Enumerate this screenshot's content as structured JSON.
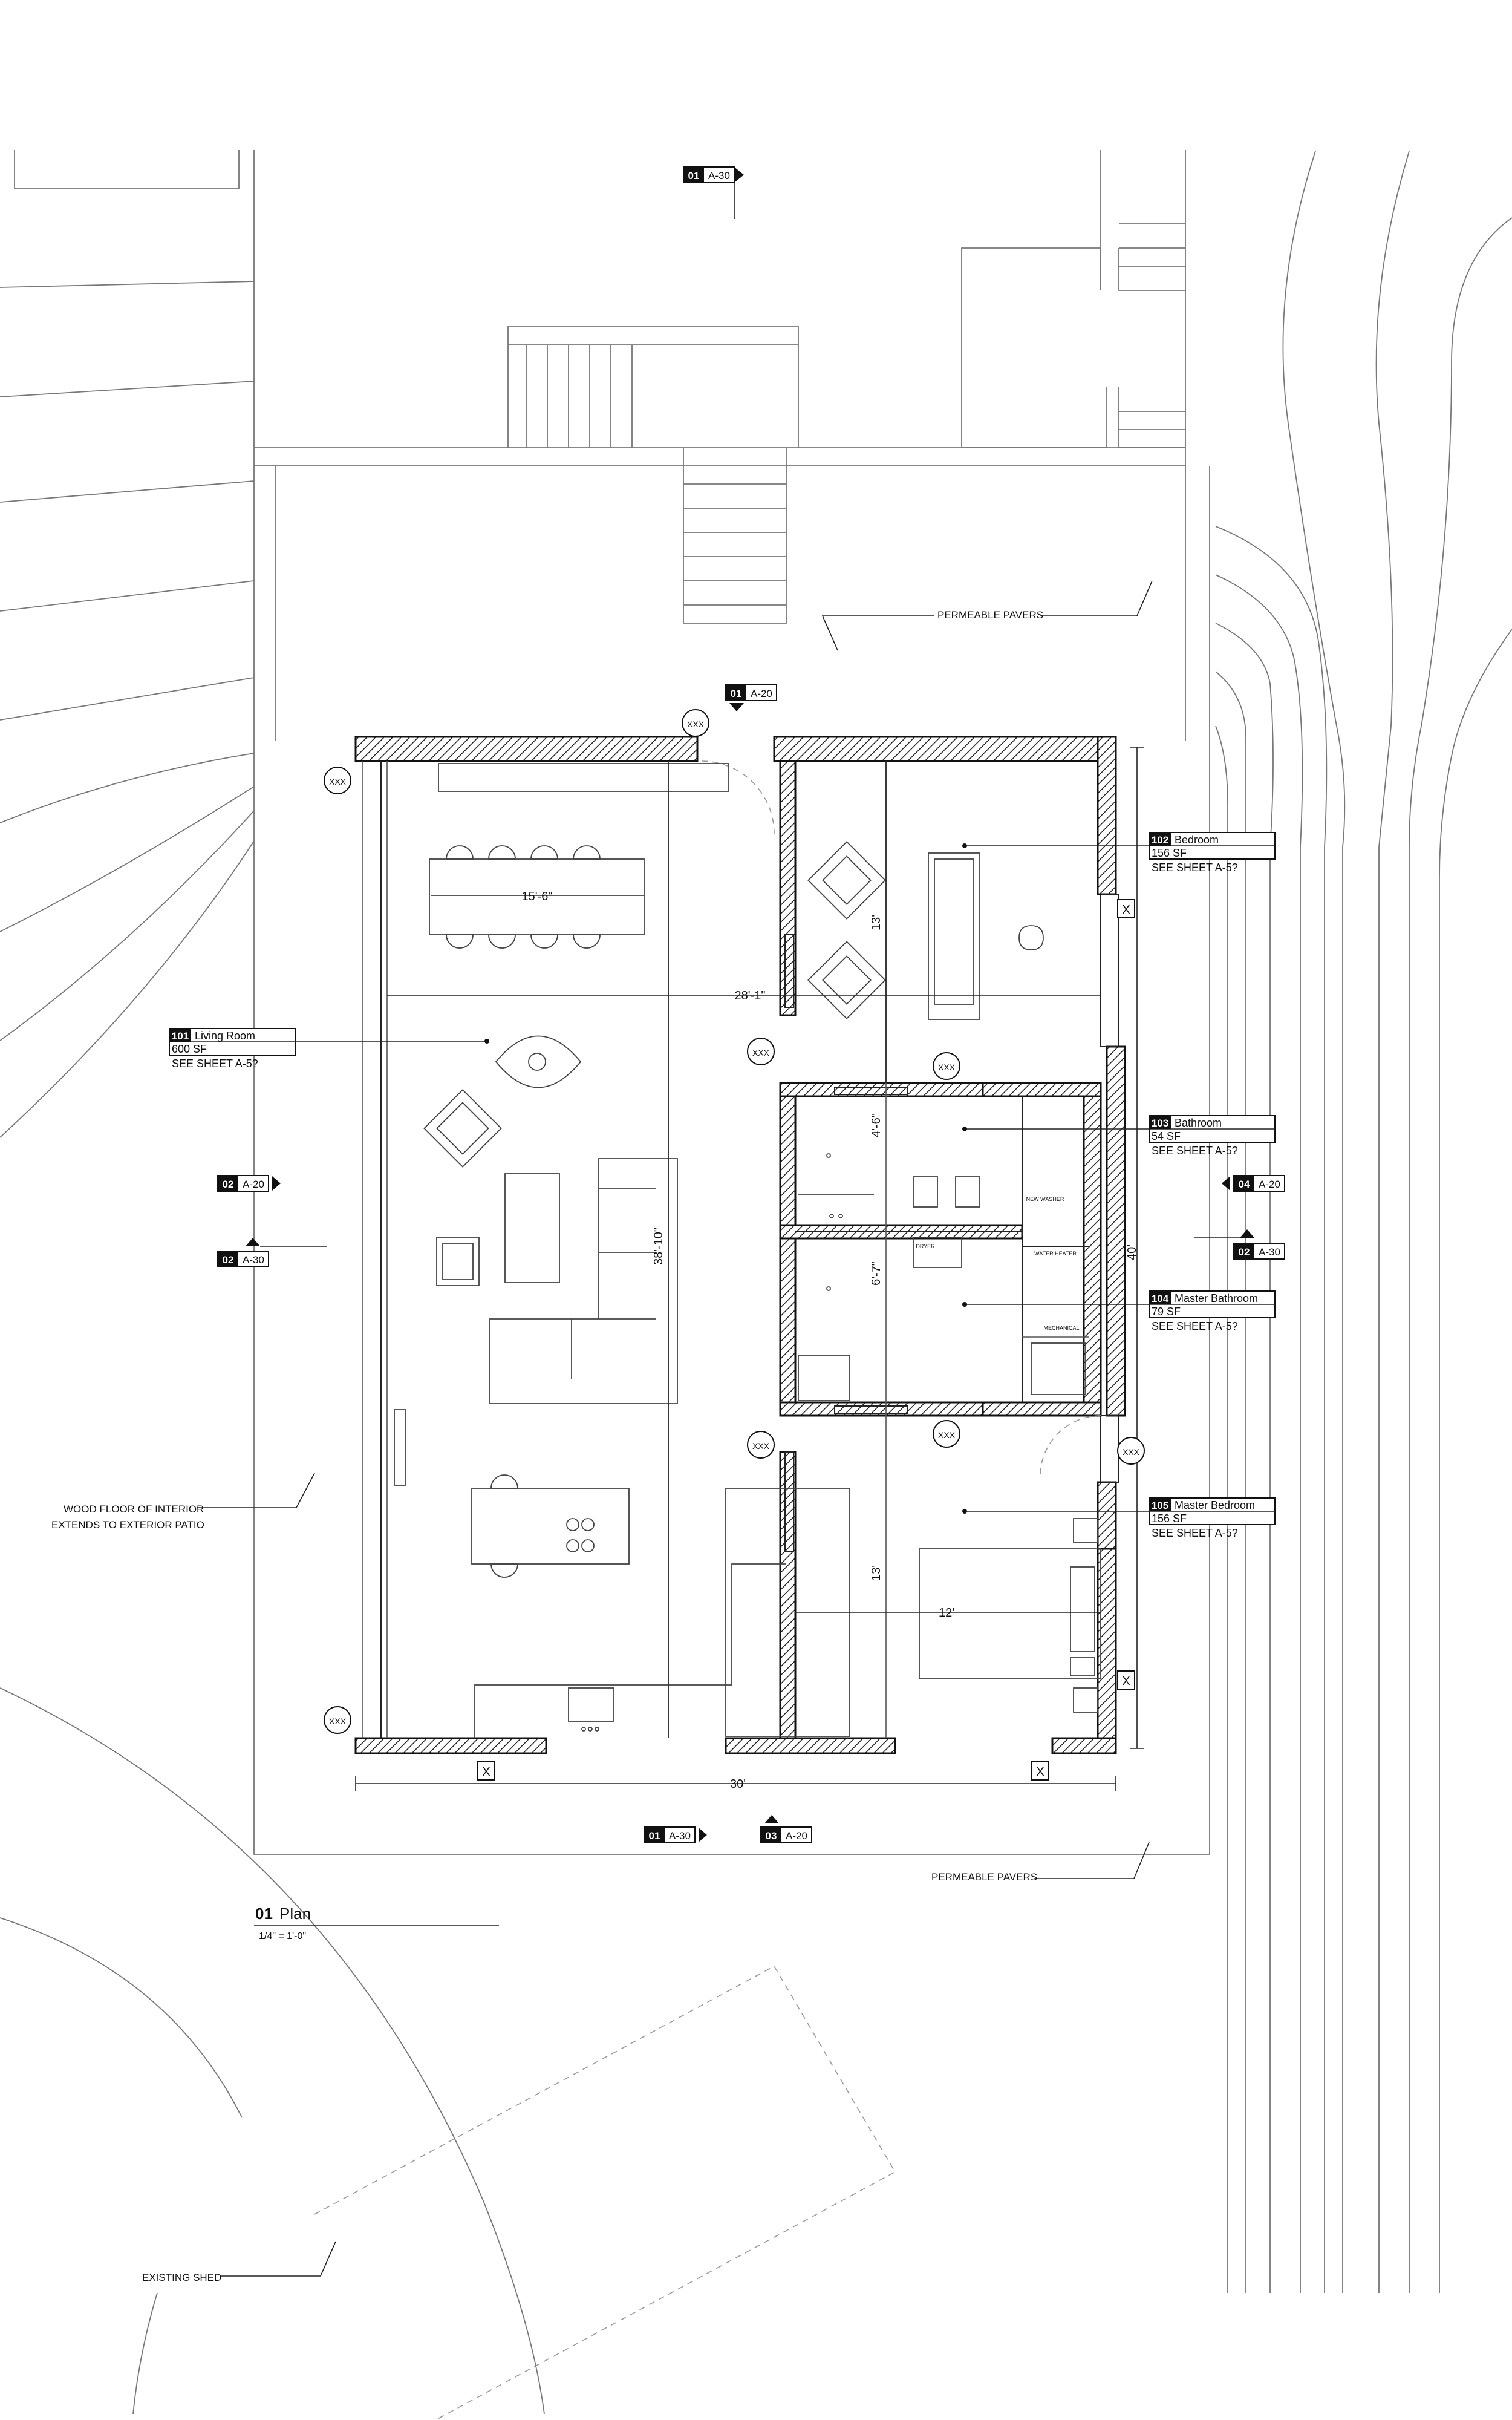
{
  "rooms": [
    {
      "number": "101",
      "name": "Living Room",
      "area": "600 SF",
      "note": "SEE SHEET A-5?"
    },
    {
      "number": "102",
      "name": "Bedroom",
      "area": "156 SF",
      "note": "SEE SHEET A-5?"
    },
    {
      "number": "103",
      "name": "Bathroom",
      "area": "54 SF",
      "note": "SEE SHEET A-5?"
    },
    {
      "number": "104",
      "name": "Master Bathroom",
      "area": "79 SF",
      "note": "SEE SHEET A-5?"
    },
    {
      "number": "105",
      "name": "Master Bedroom",
      "area": "156 SF",
      "note": "SEE SHEET A-5?"
    }
  ],
  "section_markers": [
    {
      "num": "01",
      "sheet": "A-30"
    },
    {
      "num": "01",
      "sheet": "A-20"
    },
    {
      "num": "02",
      "sheet": "A-20"
    },
    {
      "num": "02",
      "sheet": "A-30"
    },
    {
      "num": "04",
      "sheet": "A-20"
    },
    {
      "num": "02",
      "sheet": "A-30"
    },
    {
      "num": "01",
      "sheet": "A-30"
    },
    {
      "num": "03",
      "sheet": "A-20"
    }
  ],
  "dimensions": {
    "dining": "15'-6\"",
    "living_width": "28'-1\"",
    "living_depth": "38'-10\"",
    "bedroom_depth": "13'",
    "bath_depth": "4'-6\"",
    "master_bath_depth": "6'-7\"",
    "master_bed_depth": "13'",
    "master_bed_width": "12'",
    "overall_depth": "40'",
    "overall_width": "30'"
  },
  "callouts": {
    "pavers_top": "PERMEABLE PAVERS",
    "pavers_bottom": "PERMEABLE PAVERS",
    "wood_floor_line1": "WOOD FLOOR OF INTERIOR",
    "wood_floor_line2": "EXTENDS TO EXTERIOR PATIO",
    "shed": "EXISTING SHED"
  },
  "door_tag": "XXX",
  "window_tag": "X",
  "small_labels": {
    "a": "NEW WASHER",
    "b": "DRYER",
    "c": "WATER HEATER",
    "d": "MECHANICAL"
  },
  "title_block": {
    "num": "01",
    "title": "Plan",
    "scale": "1/4\" = 1'-0\""
  }
}
